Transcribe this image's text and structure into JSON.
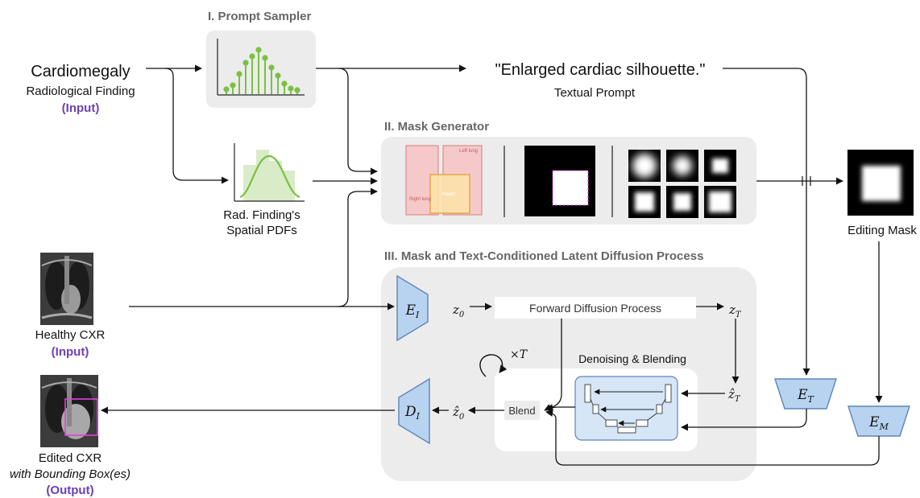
{
  "input_finding": {
    "name": "Cardiomegaly",
    "label": "Radiological Finding",
    "tag": "(Input)"
  },
  "prompt_sampler": {
    "title": "I. Prompt Sampler"
  },
  "textual_prompt": {
    "text": "\"Enlarged cardiac silhouette.\"",
    "label": "Textual Prompt"
  },
  "mask_generator": {
    "title": "II. Mask Generator",
    "left_lung": "Left lung",
    "right_lung": "Right lung",
    "heart": "Heart"
  },
  "spatial_pdf": {
    "label_line1": "Rad. Finding's",
    "label_line2": "Spatial PDFs"
  },
  "editing_mask": {
    "label": "Editing Mask"
  },
  "healthy_cxr": {
    "label": "Healthy CXR",
    "tag": "(Input)"
  },
  "diffusion": {
    "title": "III. Mask and Text-Conditioned Latent Diffusion Process",
    "forward": "Forward Diffusion Process",
    "denoise": "Denoising & Blending",
    "blend": "Blend",
    "loop": "×T",
    "z0": "z₀",
    "zT": "z_T",
    "zhatT": "ẑ_T",
    "zhat0": "ẑ₀"
  },
  "encoders": {
    "EI": "E_I",
    "DI": "D_I",
    "ET": "E_T",
    "EM": "E_M"
  },
  "output": {
    "label": "Edited CXR",
    "sub": "with Bounding Box(es)",
    "tag": "(Output)"
  },
  "colors": {
    "accent_purple": "#6b3fb8",
    "lung_fill": "#f5c9c9",
    "lung_stroke": "#d97b7b",
    "heart_fill": "#fbe3a8",
    "heart_stroke": "#e0a640",
    "green": "#7ac143",
    "encoder_fill": "#b8d3ef",
    "encoder_stroke": "#5d86b8",
    "panel_gray": "#ececec",
    "bbox_magenta": "#e040e0"
  }
}
